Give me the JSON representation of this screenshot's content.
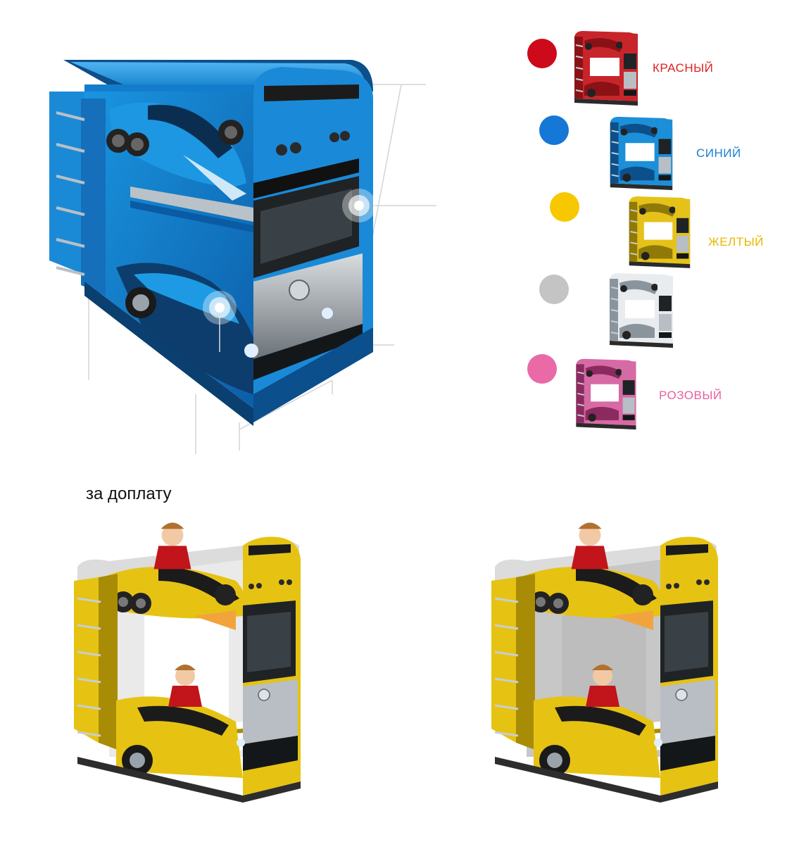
{
  "colors": [
    {
      "label": "КРАСНЫЙ",
      "swatch": "#cc0a1a",
      "text": "#e0201f",
      "body": "#c8252a",
      "dark": "#8a1216"
    },
    {
      "label": "СИНИЙ",
      "swatch": "#1577d6",
      "text": "#1a7fd0",
      "body": "#1c8fd8",
      "dark": "#0d4f8a"
    },
    {
      "label": "ЖЕЛТЫЙ",
      "swatch": "#f7c800",
      "text": "#e8b800",
      "body": "#e5c21a",
      "dark": "#8f7a08"
    },
    {
      "label": "",
      "swatch": "#c4c4c4",
      "text": "#aaaaaa",
      "body": "#e8ecef",
      "dark": "#8a949c"
    },
    {
      "label": "РОЗОВЫЙ",
      "swatch": "#ea6aa8",
      "text": "#e860a0",
      "body": "#d66aa5",
      "dark": "#8a2a5e"
    }
  ],
  "extra": {
    "label": "за доплату"
  },
  "palette": {
    "hero_body": "#1590dc",
    "hero_dark": "#0b5ea8",
    "yellow_body": "#e6c313",
    "yellow_dark": "#a88c05"
  }
}
